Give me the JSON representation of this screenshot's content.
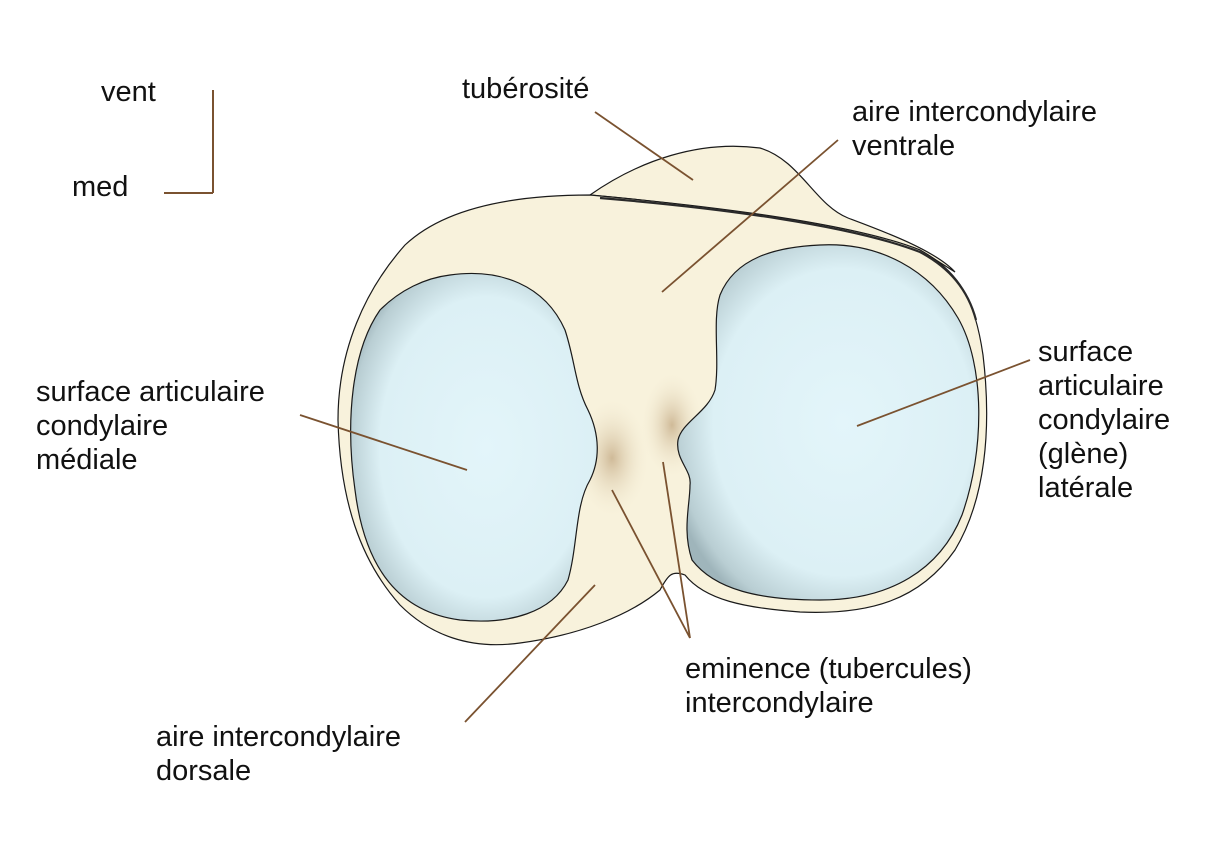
{
  "orientation": {
    "ventral": "vent",
    "medial": "med"
  },
  "labels": {
    "tuberosity": "tubérosité",
    "ventral_area": [
      "aire intercondylaire",
      "ventrale"
    ],
    "medial_surface": [
      "surface articulaire",
      "condylaire",
      "médiale"
    ],
    "lateral_surface": [
      "surface",
      "articulaire",
      "condylaire",
      "(glène)",
      "latérale"
    ],
    "eminence": [
      "eminence (tubercules)",
      "intercondylaire"
    ],
    "dorsal_area": [
      "aire intercondylaire",
      "dorsale"
    ]
  },
  "colors": {
    "bone": "#f8f2dc",
    "cartilage": "#dff1f6",
    "leader_line": "#7a5230",
    "outline": "#1a1a1a"
  }
}
